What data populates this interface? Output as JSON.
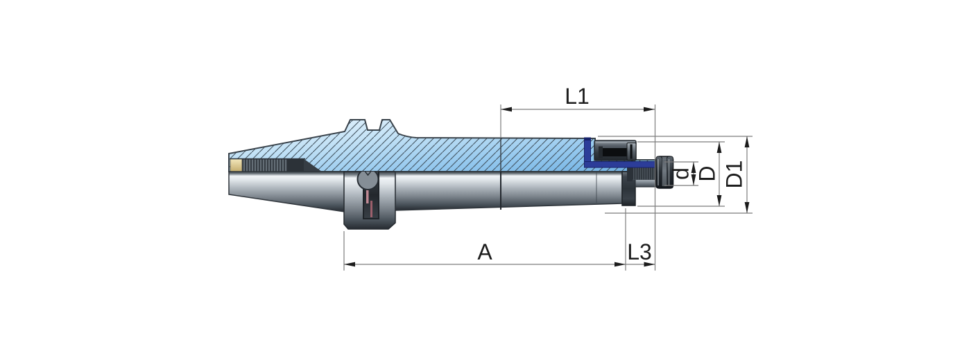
{
  "drawing": {
    "dimension_labels": {
      "l1": "L1",
      "a": "A",
      "l3": "L3",
      "d_small": "d",
      "d_large": "D",
      "d1": "D1"
    },
    "colors": {
      "background": "#ffffff",
      "section_fill_blue": "#9ccbef",
      "hatch_line_blue_gray": "#42525e",
      "coolant_channel_blue": "#2c3d99",
      "metal_highlight": "#f1f4f7",
      "metal_shadow": "#262b31",
      "thread_insert_beige": "#e7d7a4",
      "groove_glint_pink": "#dc9aa6",
      "part_outline": "#39424a",
      "dimension_line_gray": "#7b7b7b",
      "label_black": "#1c1c1c"
    }
  }
}
